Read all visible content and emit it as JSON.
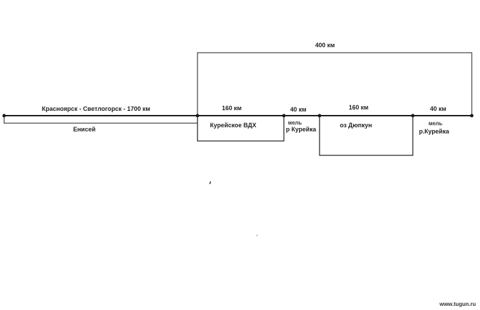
{
  "diagram": {
    "top_span_label": "400 км",
    "main_route_label": "Красноярск - Светлогорск - 1700 км",
    "river_label": "Енисей",
    "segments": [
      {
        "distance": "160 км",
        "name": "Курейское ВДХ"
      },
      {
        "distance": "40 км",
        "name_line1": "мель",
        "name_line2": "р Курейка"
      },
      {
        "distance": "160 км",
        "name": "оз Дюпкун"
      },
      {
        "distance": "40 км",
        "name_line1": "мель",
        "name_line2": "р.Курейка"
      }
    ]
  },
  "watermark": "www.tugun.ru"
}
